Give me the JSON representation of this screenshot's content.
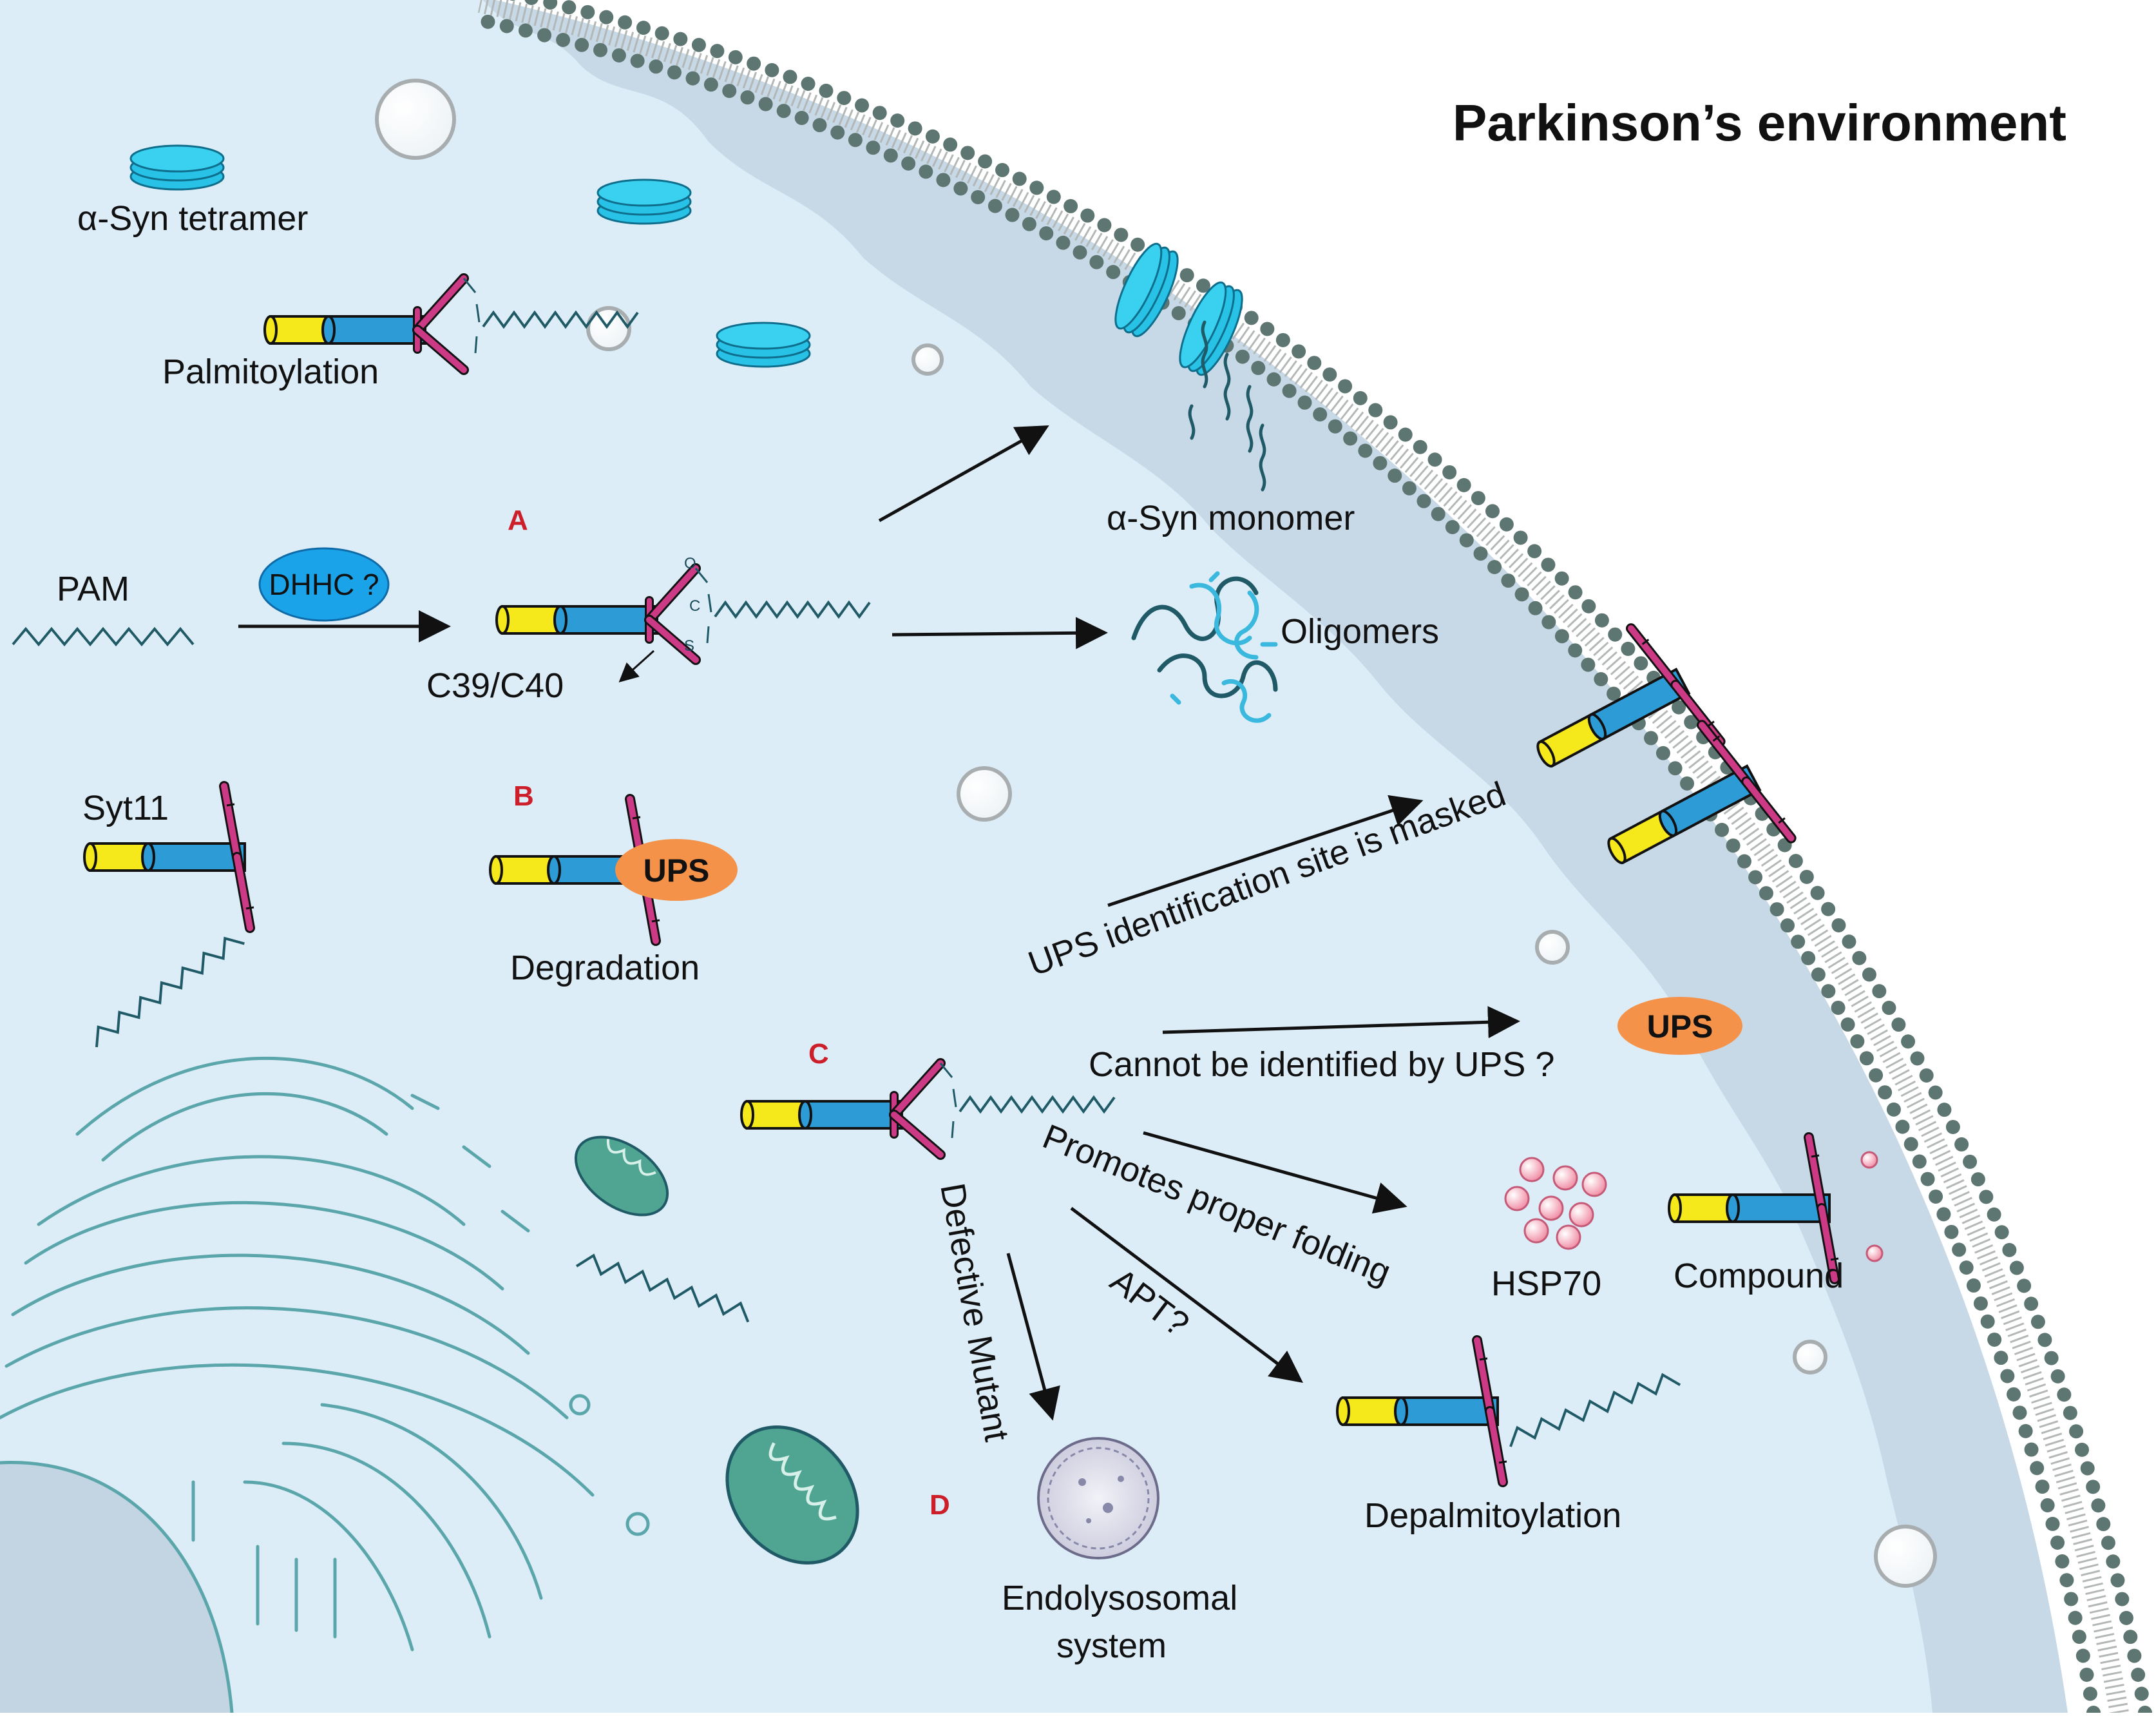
{
  "title": "Parkinson’s environment",
  "colors": {
    "cytoplasm": "#dcedf8",
    "membrane_zone": "#c7d8e6",
    "membrane_bead": "#5e7671",
    "tetramer": "#27c2e6",
    "ups": "#f4924a",
    "dhhc": "#1aa3e8",
    "protein_yellow": "#f5e81b",
    "protein_blue": "#2d9bd6",
    "protein_magenta": "#cc3a85",
    "teal_line": "#1f5a66",
    "letter_red": "#cc1f2a",
    "hsp70": "#f3a9b9",
    "mitochondria": "#4fa591"
  },
  "labels": {
    "syn_tetramer": "α-Syn tetramer",
    "palmitoylation": "Palmitoylation",
    "pam": "PAM",
    "dhhc": "DHHC ?",
    "c39c40": "C39/C40",
    "syn_monomer": "α-Syn monomer",
    "oligomers": "Oligomers",
    "syt11": "Syt11",
    "degradation": "Degradation",
    "ups_masked": "UPS identification site is masked",
    "cannot_identified": "Cannot be identified by UPS ?",
    "promotes_folding": "Promotes proper folding",
    "hsp70": "HSP70",
    "compound": "Compound",
    "apt": "APT?",
    "defective_mutant": "Defective Mutant",
    "depalmitoylation": "Depalmitoylation",
    "endolysosomal_1": "Endolysosomal",
    "endolysosomal_2": "system",
    "ups": "UPS",
    "ups_right": "UPS",
    "thioester_o": "O",
    "thioester_c": "C",
    "thioester_s": "S"
  },
  "section_letters": {
    "a": "A",
    "b": "B",
    "c": "C",
    "d": "D"
  }
}
